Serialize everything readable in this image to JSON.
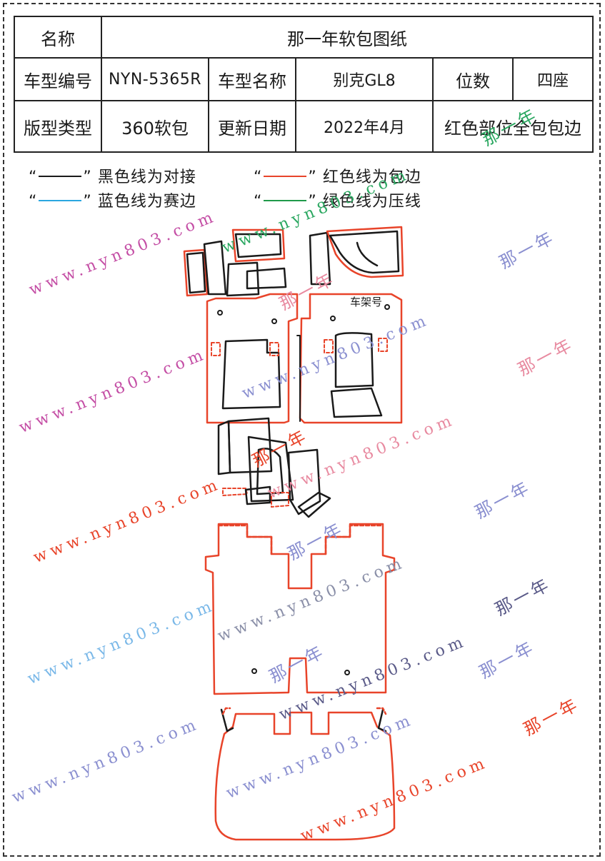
{
  "table": {
    "name_label": "名称",
    "name_value": "那一年软包图纸",
    "model_code_label": "车型编号",
    "model_code_value": "NYN-5365R",
    "model_name_label": "车型名称",
    "model_name_value": "别克GL8",
    "seats_label": "位数",
    "seats_value": "四座",
    "type_label": "版型类型",
    "type_value": "360软包",
    "date_label": "更新日期",
    "date_value": "2022年4月",
    "note": "红色部位全包包边"
  },
  "legend": {
    "black": {
      "quote_open": "“",
      "quote_close": "”",
      "text": "黑色线为对接",
      "color": "#1a1a1a"
    },
    "red": {
      "quote_open": "“",
      "quote_close": "”",
      "text": "红色线为包边",
      "color": "#e8442a"
    },
    "blue": {
      "quote_open": "“",
      "quote_close": "”",
      "text": "蓝色线为赛边",
      "color": "#2aa7e0"
    },
    "green": {
      "quote_open": "“",
      "quote_close": "”",
      "text": "绿色线为压线",
      "color": "#1f9a4a"
    }
  },
  "drawing": {
    "vin_label": "车架号"
  },
  "watermarks": {
    "url": "www.nyn803.com",
    "brand": "那一年"
  },
  "colors": {
    "outline_red": "#e8442a",
    "outline_black": "#1a1a1a"
  }
}
